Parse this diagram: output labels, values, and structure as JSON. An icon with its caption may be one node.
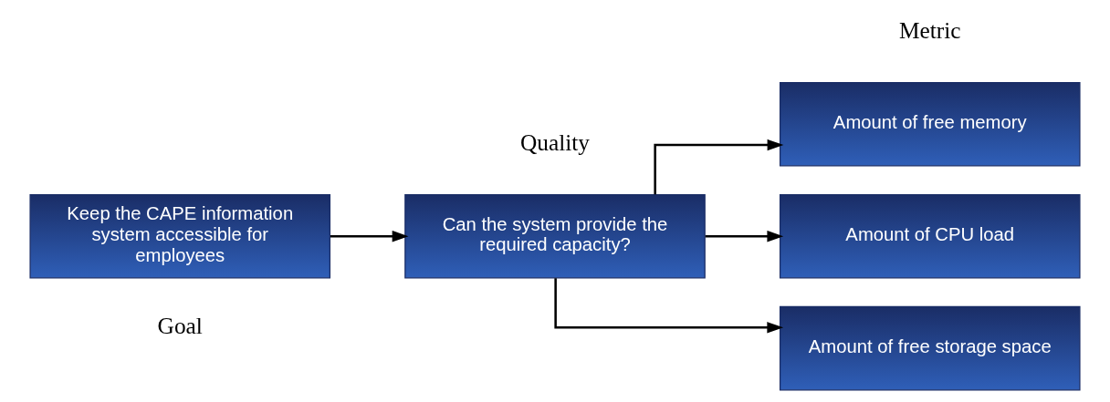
{
  "diagram": {
    "nodes": [
      {
        "text": [
          "Keep the CAPE information system accessible for employees"
        ]
      },
      {
        "text": [
          "Can the system provide the required capacity?"
        ]
      },
      {
        "text": [
          "Amount of free memory"
        ]
      },
      {
        "text": [
          "Amount of CPU load"
        ]
      },
      {
        "text": [
          "Amount of free storage space"
        ]
      }
    ],
    "edges": [
      {
        "from": 0,
        "to": 1,
        "arrow": "to"
      },
      {
        "from": 1,
        "to": 2,
        "arrow": "to"
      },
      {
        "from": 1,
        "to": 3,
        "arrow": "to"
      },
      {
        "from": 1,
        "to": 4,
        "arrow": "to"
      }
    ],
    "labels": [
      "Goal",
      "Quality",
      "Metric"
    ]
  }
}
